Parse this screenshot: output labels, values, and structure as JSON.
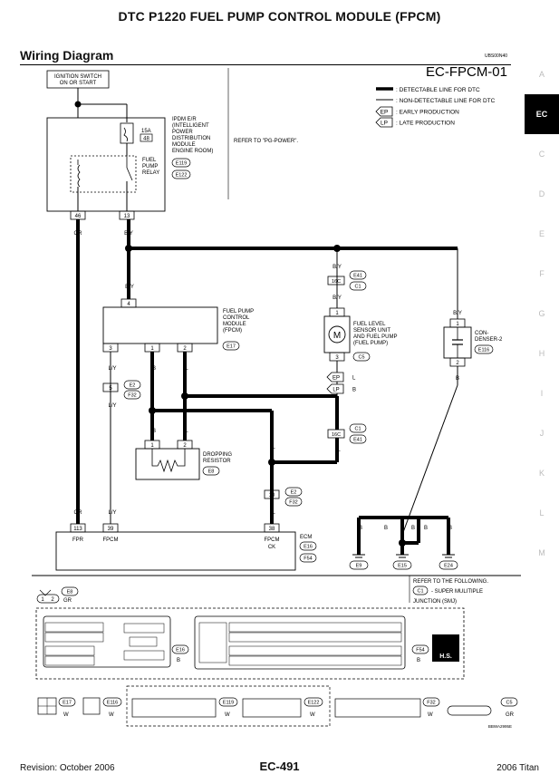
{
  "header": {
    "title": "DTC P1220 FUEL PUMP CONTROL MODULE (FPCM)",
    "section": "Wiring Diagram"
  },
  "diagram": {
    "code": "UBS00N40",
    "id": "EC-FPCM-01",
    "legend": [
      "DETECTABLE LINE FOR DTC",
      "NON-DETECTABLE LINE FOR DTC",
      "EARLY PRODUCTION",
      "LATE PRODUCTION"
    ],
    "legend_tags": [
      "EP",
      "LP"
    ],
    "ignition": [
      "IGNITION SWITCH",
      "ON OR START"
    ],
    "ipdm": [
      "IPDM E/R",
      "(INTELLIGENT",
      "POWER",
      "DISTRIBUTION",
      "MODULE",
      "ENGINE ROOM)"
    ],
    "ipdm_refs": [
      "E119",
      "E122"
    ],
    "refer_pg": "REFER TO \"PG-POWER\".",
    "fuse": [
      "15A",
      "48"
    ],
    "relay": [
      "FUEL",
      "PUMP",
      "RELAY"
    ],
    "ipdm_pins": [
      "46",
      "13"
    ],
    "wire_gr": "GR",
    "wire_by": "B/Y",
    "wire_ly": "L/Y",
    "wire_b": "B",
    "wire_l": "L",
    "fpcm": [
      "FUEL PUMP",
      "CONTROL",
      "MODULE",
      "(FPCM)"
    ],
    "fpcm_ref": "E17",
    "fpcm_pin_top": "4",
    "fpcm_pins_bottom": [
      "3",
      "1",
      "2"
    ],
    "joint_e2": [
      "E2",
      "F32"
    ],
    "pin_5": "5",
    "resistor": [
      "DROPPING",
      "RESISTOR"
    ],
    "resistor_ref": "E8",
    "resistor_pins": [
      "1",
      "2"
    ],
    "joint_e41_top": [
      "E41",
      "C1"
    ],
    "pin_16c": "16C",
    "fuel_sensor": [
      "FUEL LEVEL",
      "SENSOR UNIT",
      "AND FUEL PUMP",
      "(FUEL PUMP)"
    ],
    "fuel_sensor_ref": "C5",
    "fuel_sensor_pins": [
      "1",
      "3"
    ],
    "ep_lp_wires": [
      "L",
      "B"
    ],
    "joint_c1_bottom": [
      "C1",
      "E41"
    ],
    "joint_e2_bottom": [
      "E2",
      "F32"
    ],
    "pin_10": "10",
    "condenser": [
      "CON-",
      "DENSER-2"
    ],
    "condenser_ref": "E116",
    "condenser_pins": [
      "1",
      "2"
    ],
    "ecm": "ECM",
    "ecm_refs": [
      "E16",
      "F54"
    ],
    "ecm_pins": [
      "113",
      "39",
      "38"
    ],
    "ecm_labels": [
      "FPR",
      "FPCM",
      "FPCM",
      "CK"
    ],
    "grounds": [
      "E9",
      "E15",
      "E24"
    ],
    "refer_following": [
      "REFER TO THE FOLLOWING.",
      "- SUPER MULITIPLE",
      "JUNCTION (SMJ)"
    ],
    "refer_tag": "C1",
    "conn_e8": {
      "ref": "E8",
      "color": "GR",
      "pins": [
        "1",
        "2"
      ]
    },
    "conn_e16": {
      "ref": "E16",
      "color": "B"
    },
    "conn_f54": {
      "ref": "F54",
      "color": "B"
    },
    "hs": "H.S.",
    "small_conns": [
      {
        "ref": "E17",
        "color": "W"
      },
      {
        "ref": "E116",
        "color": "W"
      },
      {
        "ref": "E119",
        "color": "W"
      },
      {
        "ref": "E122",
        "color": "W"
      },
      {
        "ref": "F32",
        "color": "W"
      },
      {
        "ref": "C5",
        "color": "GR"
      }
    ],
    "figure_code": "BBWA2995E"
  },
  "side_tabs": [
    "A",
    "EC",
    "C",
    "D",
    "E",
    "F",
    "G",
    "H",
    "I",
    "J",
    "K",
    "L",
    "M"
  ],
  "footer": {
    "revision": "Revision: October 2006",
    "page": "EC-491",
    "model": "2006 Titan"
  },
  "colors": {
    "line": "#000000",
    "tab_active_bg": "#000000",
    "tab_inactive": "#bbbbbb"
  }
}
